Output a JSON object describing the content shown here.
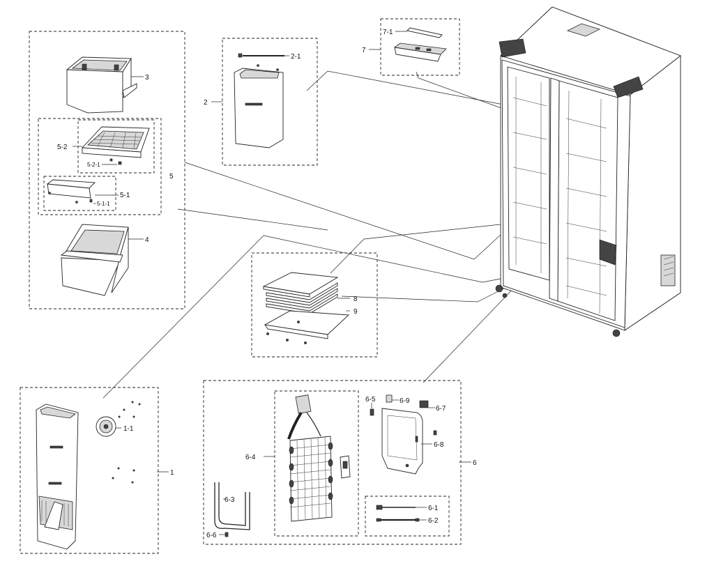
{
  "diagram": {
    "labels": {
      "p1": "1",
      "p1_1": "1-1",
      "p2": "2",
      "p2_1": "2-1",
      "p3": "3",
      "p4": "4",
      "p5": "5",
      "p5_1": "5-1",
      "p5_1_1": "5-1-1",
      "p5_2": "5-2",
      "p5_2_1": "5-2-1",
      "p6": "6",
      "p6_1": "6-1",
      "p6_2": "6-2",
      "p6_3": "6-3",
      "p6_4": "6-4",
      "p6_5": "6-5",
      "p6_6": "6-6",
      "p6_7": "6-7",
      "p6_8": "6-8",
      "p6_9": "6-9",
      "p7": "7",
      "p7_1": "7-1",
      "p8": "8",
      "p9": "9"
    }
  }
}
